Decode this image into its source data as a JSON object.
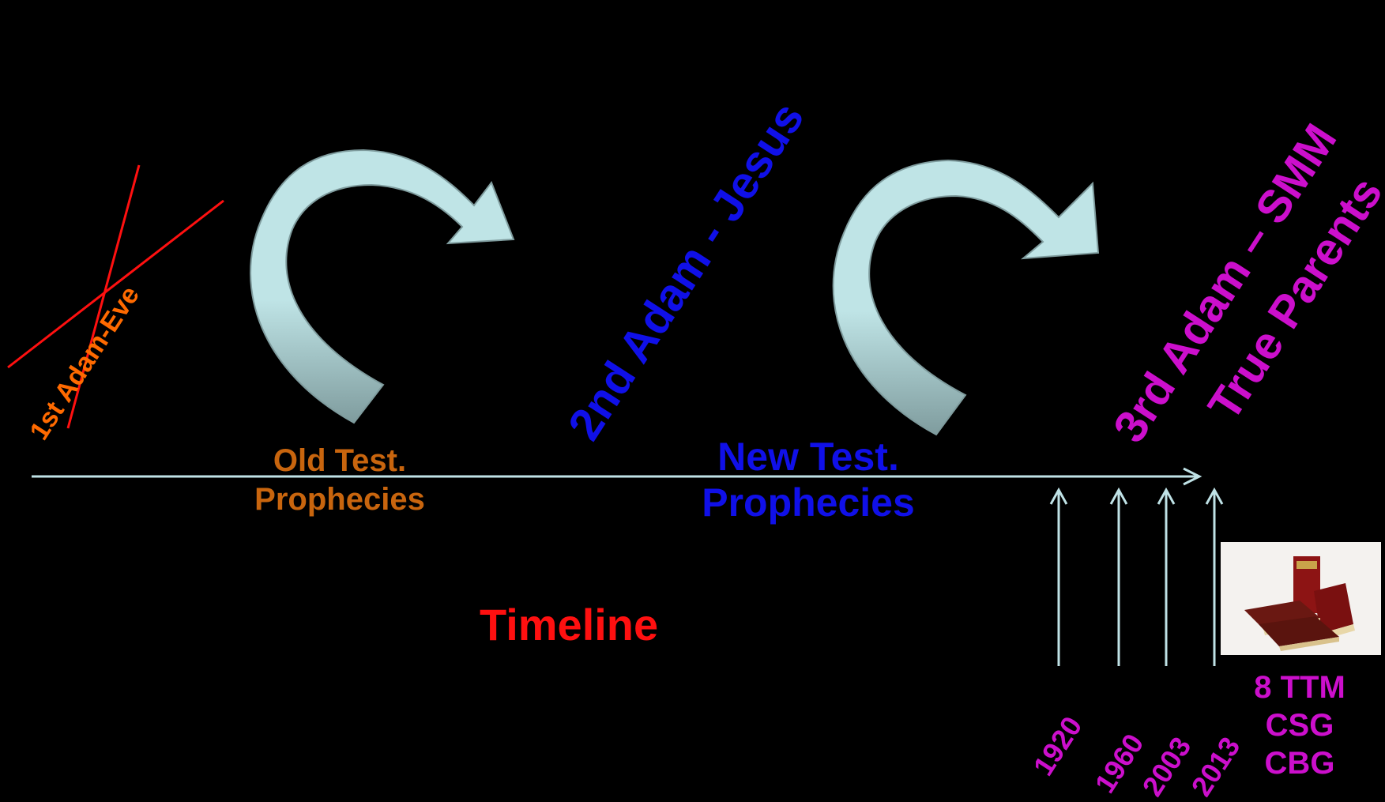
{
  "first_adam": {
    "label": "1st Adam-Eve",
    "color": "#ff6a00",
    "cross_color": "#ff1010"
  },
  "second_adam": {
    "label": "2nd Adam - Jesus",
    "color": "#1010e8"
  },
  "third_adam": {
    "line1": "3rd Adam – SMM",
    "line2": "True Parents",
    "color": "#cc0fcc"
  },
  "old_testament": {
    "line1": "Old Test.",
    "line2": "Prophecies",
    "color": "#c8650e"
  },
  "new_testament": {
    "line1": "New Test.",
    "line2": "Prophecies",
    "color": "#1010e8"
  },
  "timeline_label": {
    "text": "Timeline",
    "color": "#ff1010"
  },
  "years": [
    "1920",
    "1960",
    "2003",
    "2013"
  ],
  "years_color": "#cc0fcc",
  "books_caption": [
    "8 TTM",
    "CSG",
    "CBG"
  ],
  "books_caption_color": "#cc0fcc",
  "books_image": {
    "icon": "books-stack-icon"
  },
  "axis_color": "#bfe2e6",
  "curved_arrow_colors": {
    "light": "#bfe4e6",
    "dark": "#7f9c9e"
  }
}
